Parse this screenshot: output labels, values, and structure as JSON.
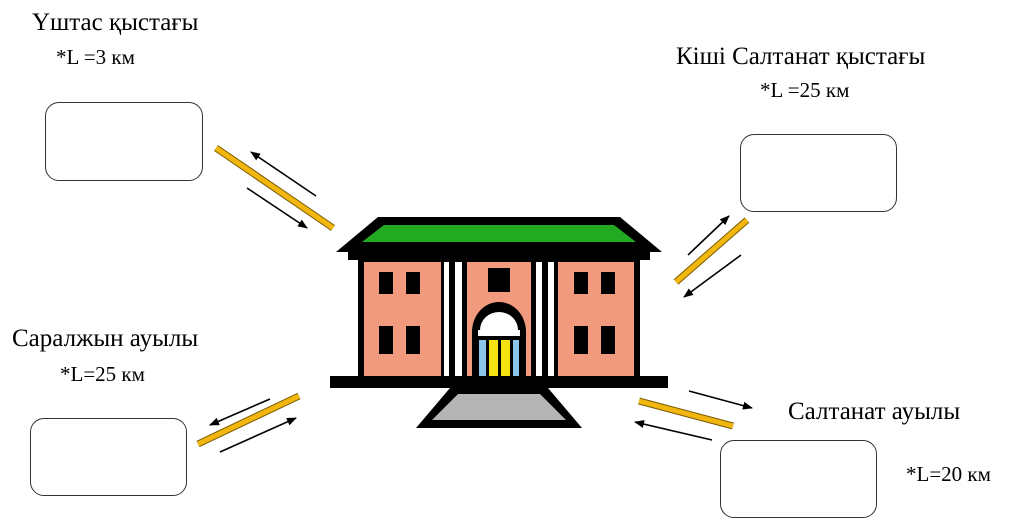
{
  "locations": {
    "top_left": {
      "name": "Үштас қыстағы",
      "distance": "*L =3 км"
    },
    "top_right": {
      "name": "Кіші Салтанат қыстағы",
      "distance": "*L =25 км"
    },
    "bottom_left": {
      "name": "Саралжын ауылы",
      "distance": "*L=25 км"
    },
    "bottom_right": {
      "name": "Салтанат ауылы",
      "distance": "*L=20 км"
    }
  },
  "colors": {
    "road": "#f2b70f",
    "roof": "#22aa22",
    "walls": "#f29a7e",
    "door_yellow": "#f4e310",
    "door_blue": "#8cc4ec",
    "steps": "#b4b4b4"
  },
  "icons": [
    "school-building-icon",
    "arrow-icon"
  ]
}
